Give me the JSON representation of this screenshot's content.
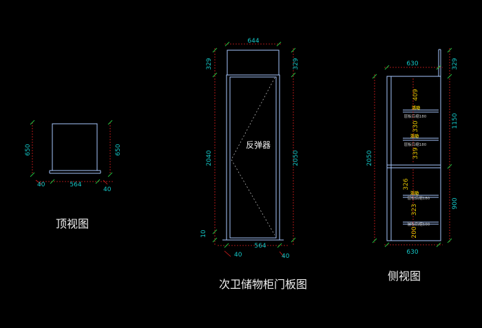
{
  "top_view": {
    "title": "顶视图",
    "dims": {
      "height_left": "650",
      "height_right": "650",
      "width": "564",
      "side_left": "40",
      "side_right": "40"
    }
  },
  "door_view": {
    "title": "次卫储物柜门板图",
    "label": "反弹器",
    "dims": {
      "top_width": "644",
      "top_left": "329",
      "top_right": "329",
      "left_height": "2040",
      "right_height": "2050",
      "bottom_small": "10",
      "bottom_width": "564",
      "side_left": "40",
      "side_right": "40"
    }
  },
  "side_view": {
    "title": "侧视图",
    "dims": {
      "top_width": "630",
      "bottom_width": "630",
      "top_right": "329",
      "left_height": "2050",
      "right_upper": "1150",
      "right_lower": "900",
      "upper_gaps": [
        "409",
        "330",
        "339"
      ],
      "lower_gaps": [
        "326",
        "323",
        "200"
      ]
    },
    "shelf_notes": [
      "层板后缩180",
      "层板后缩180",
      "层板后缩180",
      "层板后缩100"
    ],
    "tags": [
      "活动",
      "活动",
      "活动"
    ]
  }
}
